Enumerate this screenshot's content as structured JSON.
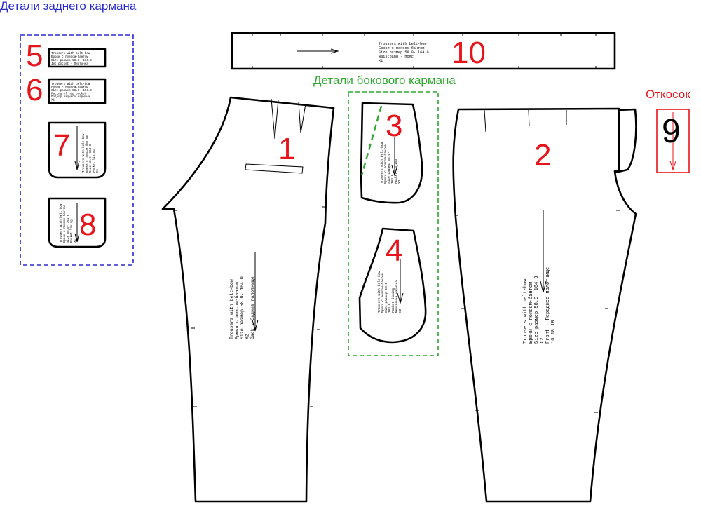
{
  "headings": {
    "back_pocket": "Детали заднего кармана",
    "side_pocket": "Детали бокового кармана",
    "otkosok": "Откосок"
  },
  "colors": {
    "back_pocket_frame": "#2b2bd4",
    "side_pocket_frame": "#2ea82e",
    "otkosok": "#e8141b",
    "piece_numbers": "#e8141b"
  },
  "pieces": {
    "p1": "1",
    "p2": "2",
    "p3": "3",
    "p4": "4",
    "p5": "5",
    "p6": "6",
    "p7": "7",
    "p8": "8",
    "p9": "9",
    "p10": "10"
  },
  "labels": {
    "p10": [
      "Trousers with belt-bow",
      "Брюки с поясом-бантом",
      "Size размер    58.0-  164.0",
      "Waistband - пояс",
      "X1"
    ],
    "p1": [
      "Trousers with belt-bow",
      "Брюки с поясом-бантом",
      "Size размер    58.0-  164.0",
      "X2",
      "Back - Задние полотнище"
    ],
    "p2": [
      "Trousers with belt-bow",
      "Брюки с поясом-бантом",
      "Size размер    58.0-  164.0",
      "X2",
      "Front - Переднее полотнище"
    ],
    "p5": [
      "Trousers with belt-bow",
      "Брюки с поясом-бантом",
      "Size размер    58.0-  164.0",
      "Jet pocket - Листочка"
    ],
    "p6": [
      "Trousers with belt-bow",
      "Брюки с поясом-бантом",
      "Size размер    58.0-  164.0",
      "Facing of hip pocket",
      "Подзор заднего кармана",
      "X1"
    ],
    "p3": [
      "Trousers with belt-bow",
      "Брюки с поясом-бантом",
      "Size размер 58.0-",
      "164.0",
      "Pocket lining",
      "X2"
    ],
    "p4": [
      "Trousers with belt-bow",
      "Брюки с поясом-бантом",
      "Size размер 58.0-",
      "164.0",
      "Pocket lining",
      "Мешковина кармана",
      "X2"
    ],
    "p7": [
      "Trousers with belt-bow",
      "Брюки с поясом-бантом",
      "Size 58.0-  164.0",
      "Pocket lining",
      "X1"
    ],
    "p8": [
      "Trousers with belt-bow",
      "Брюки с поясом-бантом",
      "Size 58.0-  164.0",
      "Pocket lining",
      "X1"
    ],
    "p2_extra": "10 18 18"
  }
}
